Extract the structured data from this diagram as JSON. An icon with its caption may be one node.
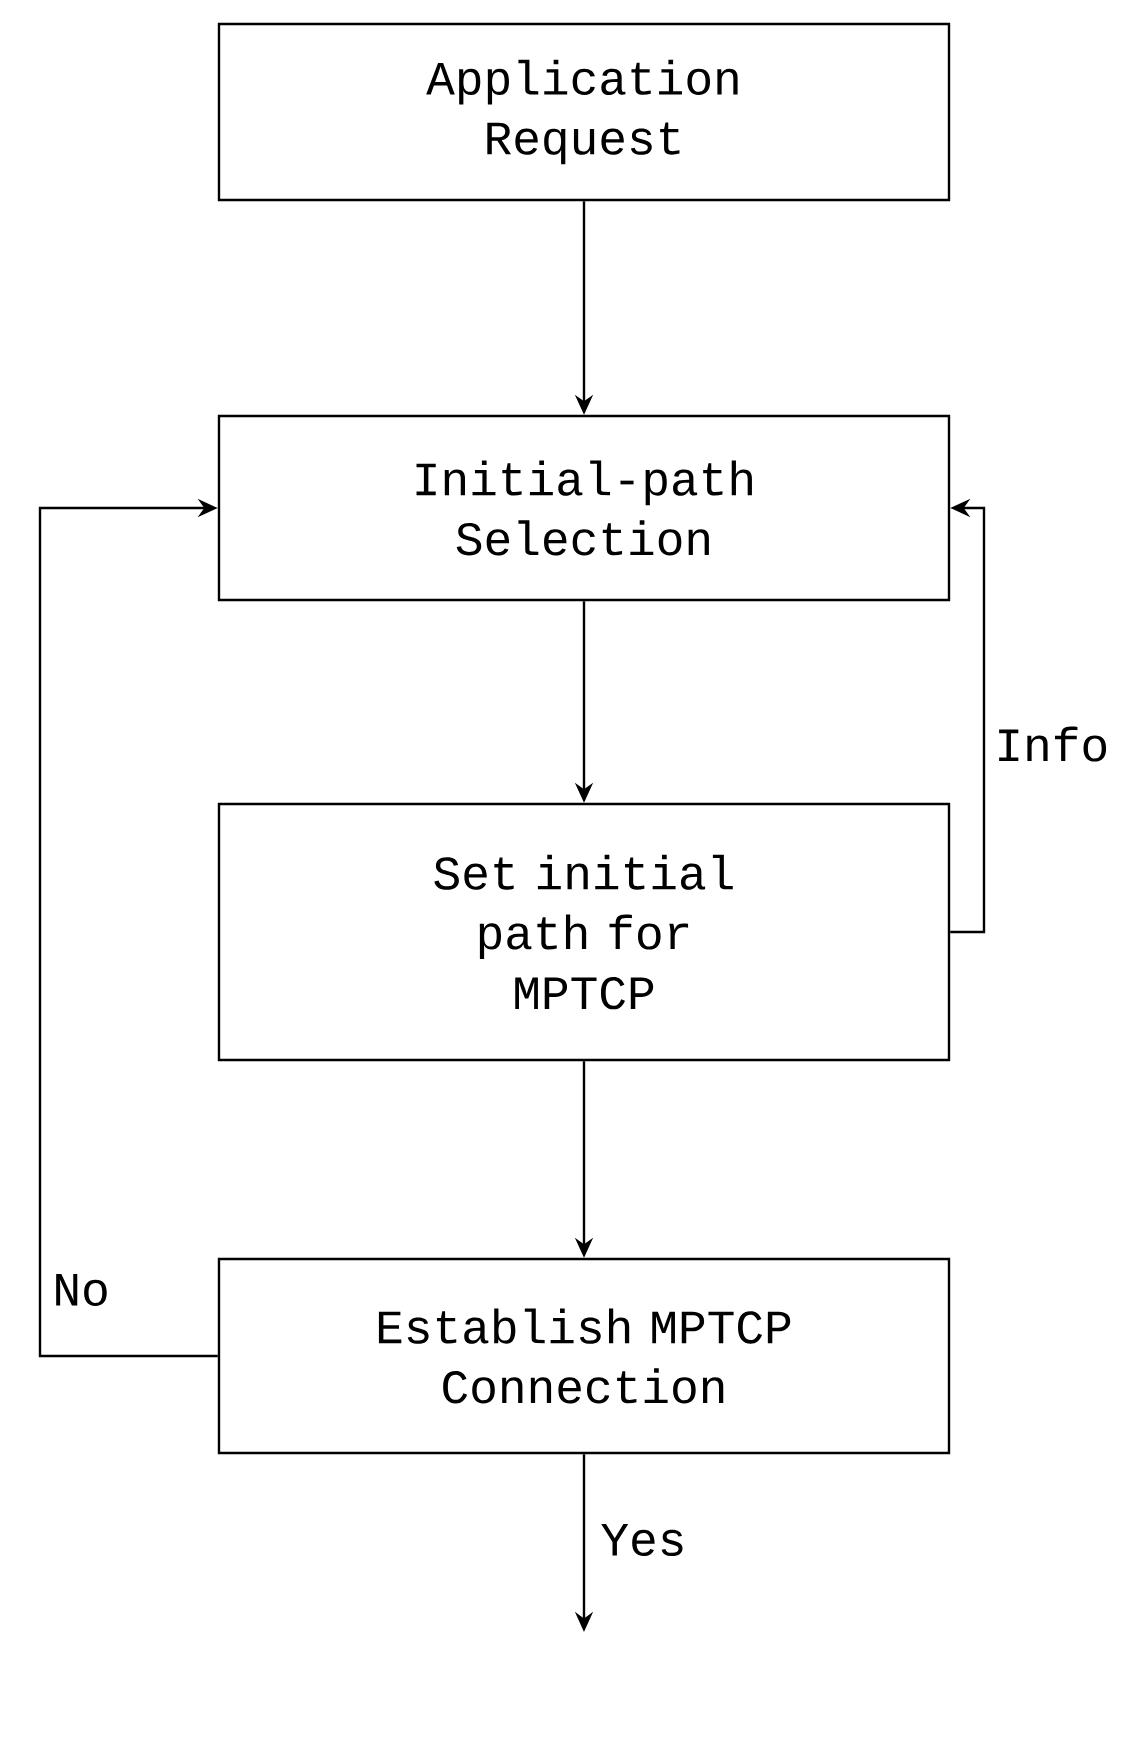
{
  "diagram": {
    "nodes": [
      {
        "text": [
          "Application Request"
        ]
      },
      {
        "text": [
          "Initial-path Selection"
        ]
      },
      {
        "text": [
          "Set initial path for MPTCP"
        ]
      },
      {
        "text": [
          "Establish MPTCP Connection"
        ]
      }
    ],
    "edges": [
      {
        "from": 0,
        "to": 1,
        "arrow": "to"
      },
      {
        "from": 1,
        "to": 2,
        "arrow": "to"
      },
      {
        "from": 2,
        "to": 1,
        "arrow": "to",
        "label": "Info"
      },
      {
        "from": 2,
        "to": 3,
        "arrow": "to"
      },
      {
        "from": 3,
        "to": 1,
        "arrow": "to",
        "label": "No"
      },
      {
        "from": 3,
        "to": null,
        "arrow": "to",
        "label": "Yes"
      }
    ]
  }
}
